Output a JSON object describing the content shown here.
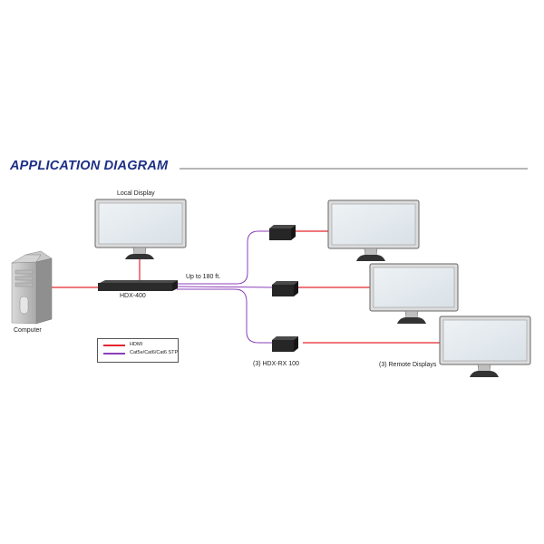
{
  "title": "APPLICATION DIAGRAM",
  "labels": {
    "local_display": "Local Display",
    "computer": "Computer",
    "transmitter": "HDX-400",
    "distance": "Up to 180 ft.",
    "receivers": "(3) HDX-RX 100",
    "remote_displays": "(3) Remote Displays"
  },
  "legend": {
    "hdmi": "HDMI",
    "cat": "Cat5e/Cat6/Cat6 STP"
  },
  "colors": {
    "title": "#1d2f86",
    "hdmi_line": "#e5262f",
    "cat_line": "#8b3fb8",
    "rule": "#6d6d6d",
    "device": "#2b2b2b"
  }
}
